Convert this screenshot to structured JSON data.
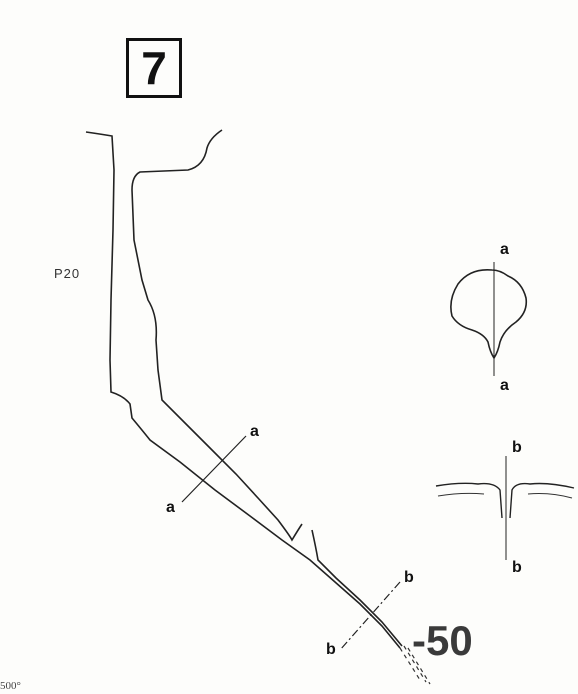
{
  "figure": {
    "number": "7",
    "shaft_label": "P20",
    "depth_label": "-50",
    "scale_note": "500°"
  },
  "sections": {
    "a_top": "a",
    "a_bottom": "a",
    "b_top": "b",
    "b_bottom": "b",
    "a_cross_top": "a",
    "a_cross_bottom": "a",
    "b_cross_top": "b",
    "b_cross_bottom": "b"
  },
  "colors": {
    "ink": "#1a1a1a",
    "paper": "#fdfdfb"
  }
}
